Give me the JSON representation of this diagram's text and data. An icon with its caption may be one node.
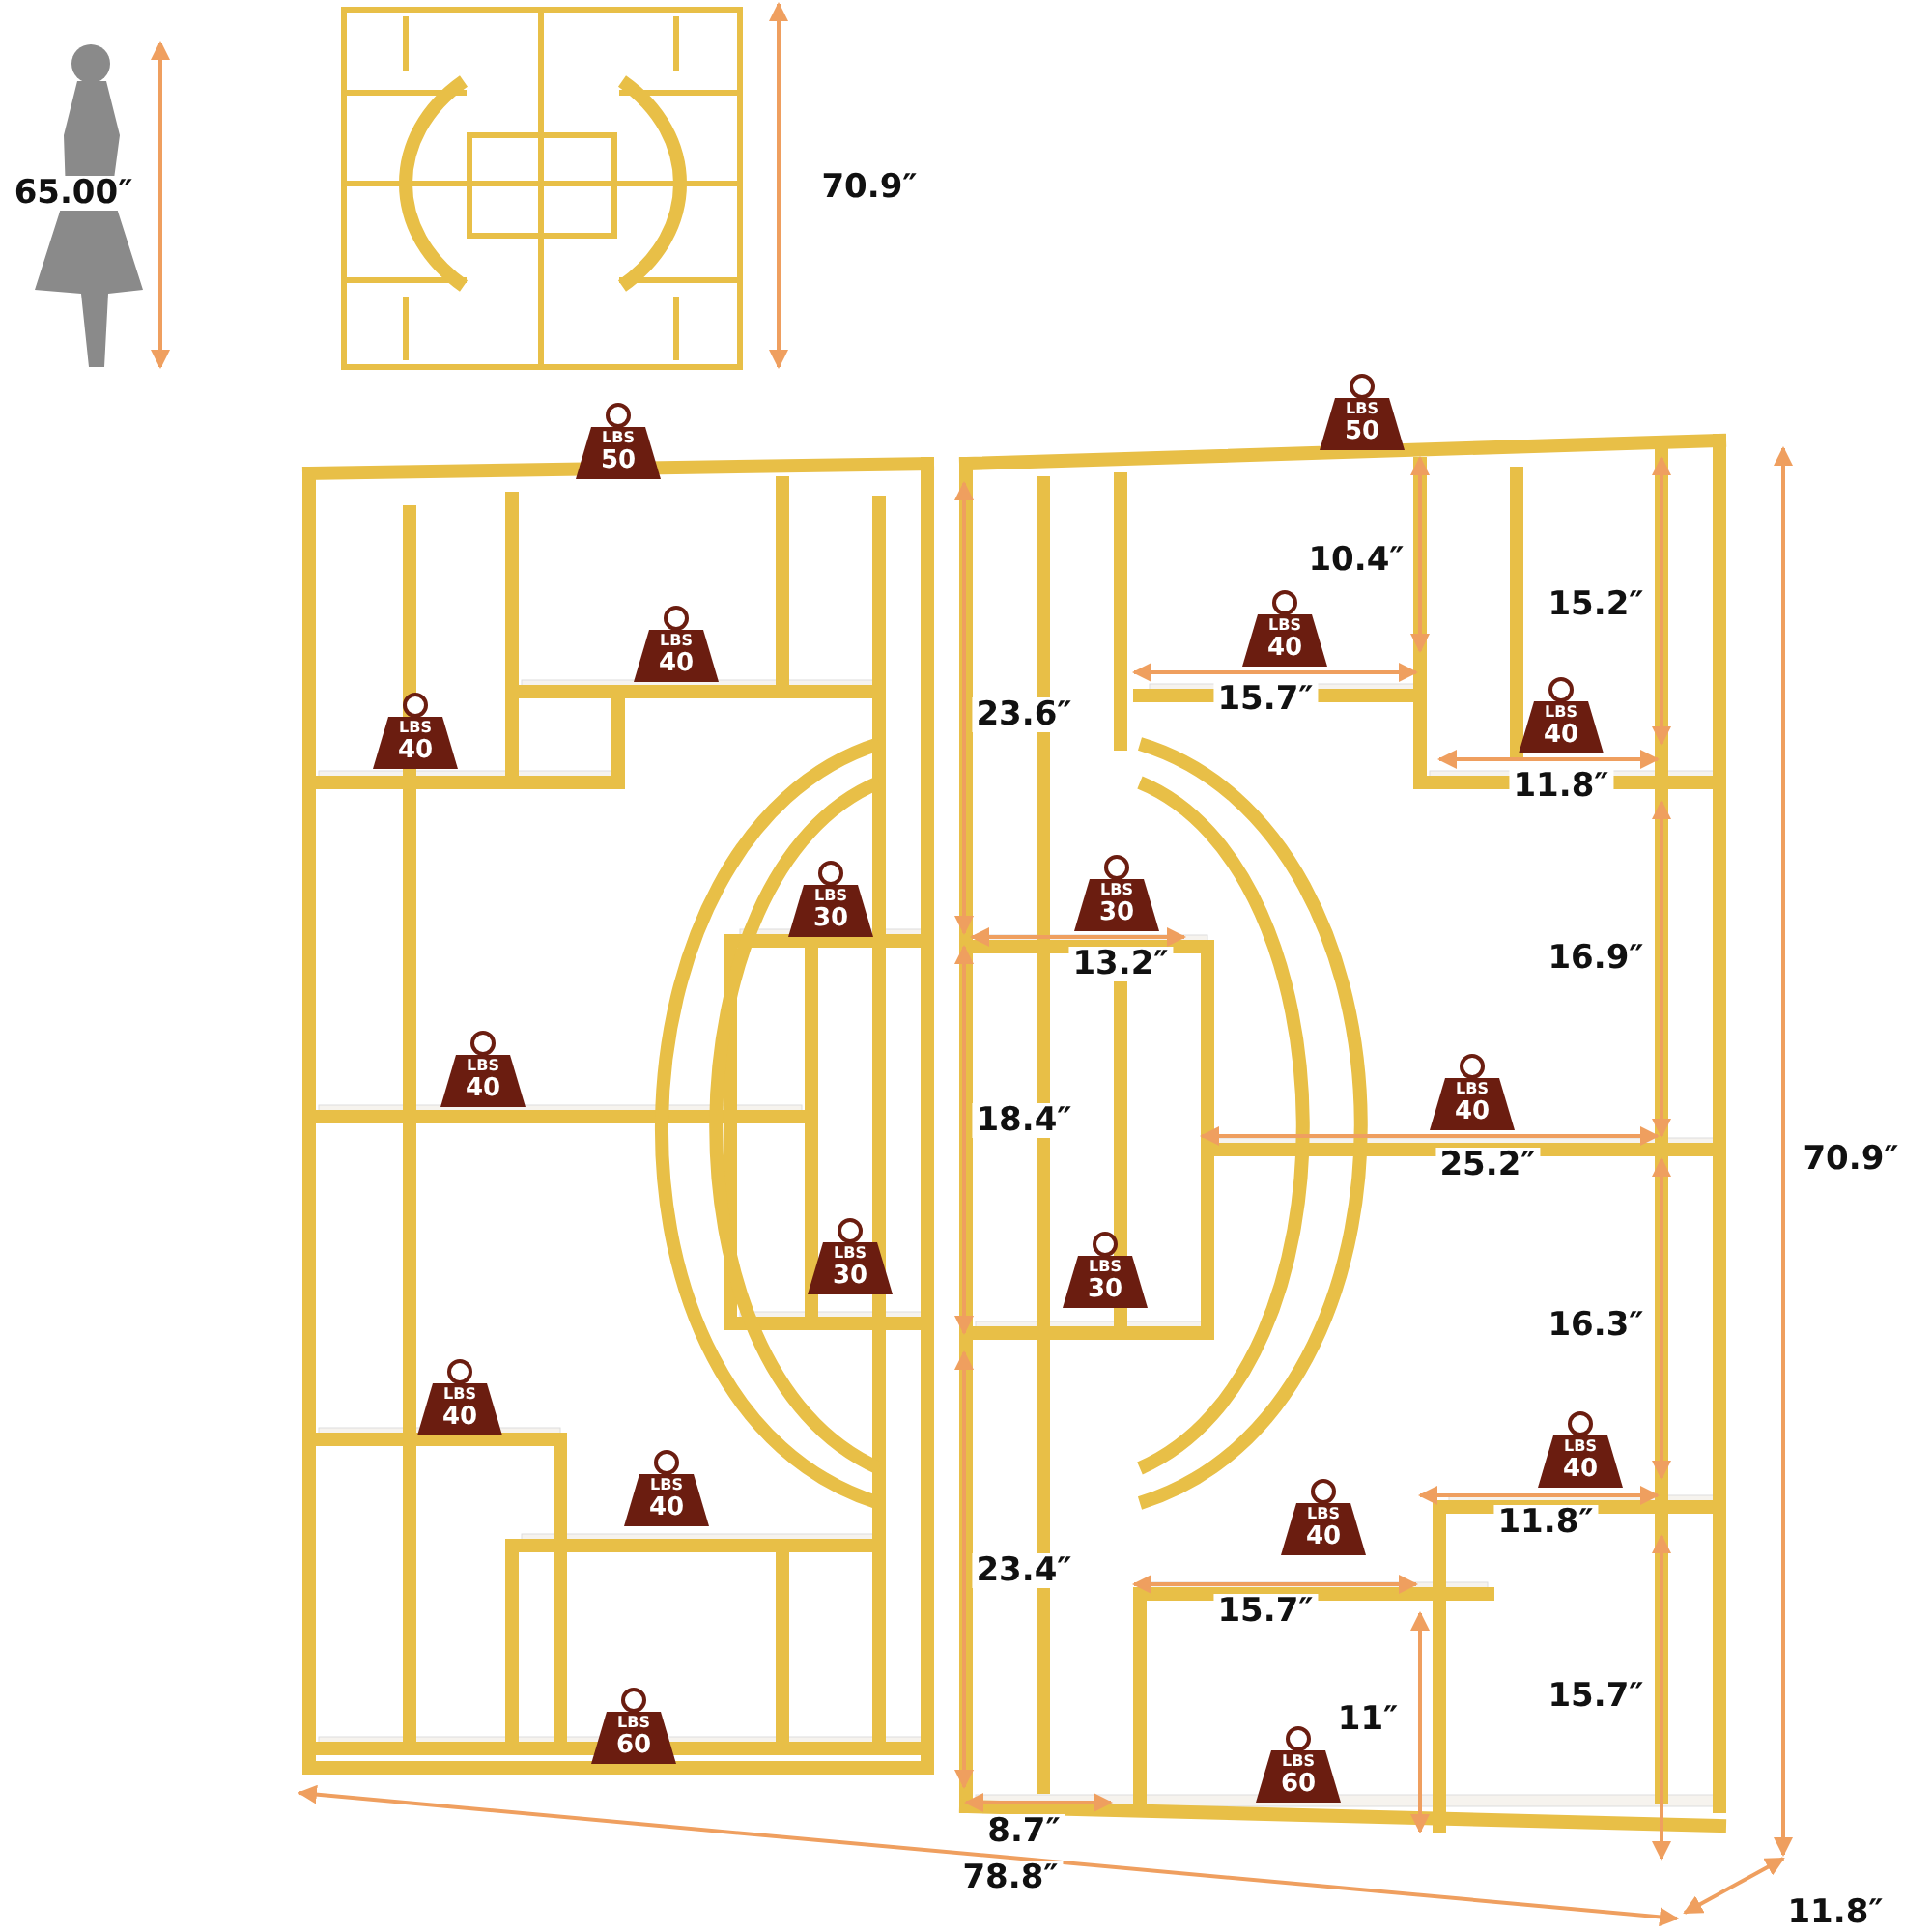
{
  "diagram": {
    "nodes": [
      {
        "text": [
          "LBS",
          "50"
        ]
      },
      {
        "text": [
          "LBS",
          "50"
        ]
      },
      {
        "text": [
          "LBS",
          "40"
        ]
      },
      {
        "text": [
          "LBS",
          "40"
        ]
      },
      {
        "text": [
          "LBS",
          "40"
        ]
      },
      {
        "text": [
          "LBS",
          "40"
        ]
      },
      {
        "text": [
          "LBS",
          "30"
        ]
      },
      {
        "text": [
          "LBS",
          "30"
        ]
      },
      {
        "text": [
          "LBS",
          "40"
        ]
      },
      {
        "text": [
          "LBS",
          "40"
        ]
      },
      {
        "text": [
          "LBS",
          "30"
        ]
      },
      {
        "text": [
          "LBS",
          "30"
        ]
      },
      {
        "text": [
          "LBS",
          "40"
        ]
      },
      {
        "text": [
          "LBS",
          "40"
        ]
      },
      {
        "text": [
          "LBS",
          "40"
        ]
      },
      {
        "text": [
          "LBS",
          "40"
        ]
      },
      {
        "text": [
          "LBS",
          "60"
        ]
      },
      {
        "text": [
          "LBS",
          "60"
        ]
      }
    ],
    "labels": [
      "70.9″",
      "65.00″",
      "10.4″",
      "15.2″",
      "15.7″",
      "23.6″",
      "11.8″",
      "16.9″",
      "13.2″",
      "18.4″",
      "25.2″",
      "70.9″",
      "16.3″",
      "11.8″",
      "23.4″",
      "15.7″",
      "15.7″",
      "11″",
      "8.7″",
      "78.8″",
      "11.8″"
    ]
  }
}
